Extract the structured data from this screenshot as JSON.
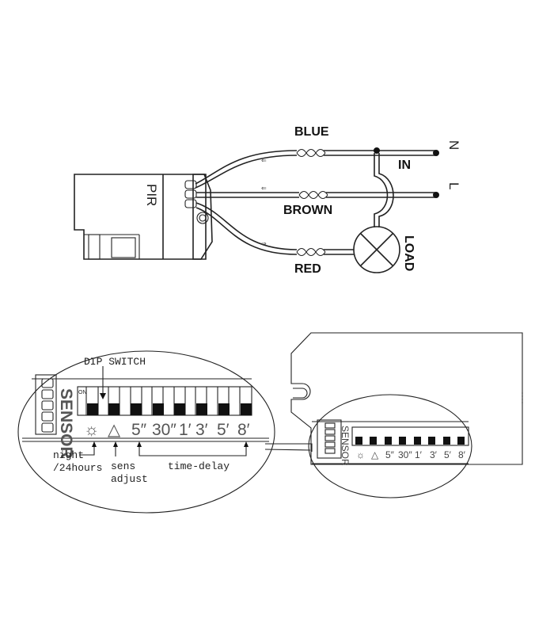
{
  "wiring": {
    "device_label": "PIR",
    "wires": [
      {
        "label": "BLUE"
      },
      {
        "label": "BROWN"
      },
      {
        "label": "RED"
      }
    ],
    "in_label": "IN",
    "neutral_symbol": "N",
    "live_symbol": "L",
    "load_label": "LOAD"
  },
  "dip_detail": {
    "title": "DIP SWITCH",
    "sensor_label": "SENSOR",
    "on_label": "ON",
    "switch_labels": [
      "☼",
      "△",
      "5″",
      "30″",
      "1′",
      "3′",
      "5′",
      "8′"
    ],
    "annotations": {
      "night_line1": "night",
      "night_line2": "/24hours",
      "sens_line1": "sens",
      "sens_line2": "adjust",
      "time_delay": "time-delay"
    }
  }
}
